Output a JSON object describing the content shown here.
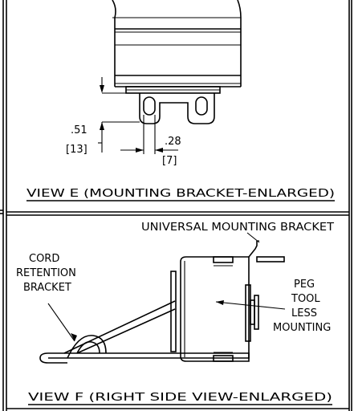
{
  "view_e": {
    "dim_vertical": ".51",
    "dim_vertical_mm": "[13]",
    "dim_horizontal": ".28",
    "dim_horizontal_mm": "[7]",
    "title": "VIEW E (MOUNTING BRACKET-ENLARGED)"
  },
  "view_f": {
    "label_universal": "UNIVERSAL MOUNTING BRACKET",
    "label_cord_1": "CORD",
    "label_cord_2": "RETENTION",
    "label_cord_3": "BRACKET",
    "label_peg_1": "PEG",
    "label_peg_2": "TOOL",
    "label_peg_3": "LESS",
    "label_peg_4": "MOUNTING",
    "title": "VIEW F (RIGHT SIDE VIEW-ENLARGED)"
  }
}
